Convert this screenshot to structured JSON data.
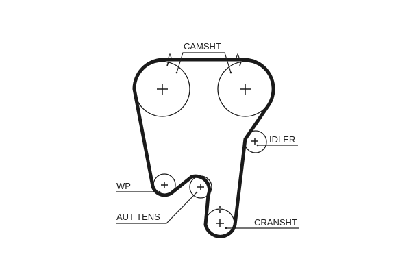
{
  "diagram": {
    "title": "Timing belt routing",
    "colors": {
      "belt": "#1a1a1a",
      "background": "#ffffff",
      "text": "#222222"
    },
    "labels": {
      "camshaft": "CAMSHT",
      "idler": "IDLER",
      "water_pump": "WP",
      "auto_tensioner": "AUT TENS",
      "crankshaft": "CRANSHT"
    },
    "pulleys": [
      {
        "id": "camshaft-left",
        "label_key": "camshaft"
      },
      {
        "id": "camshaft-right",
        "label_key": "camshaft"
      },
      {
        "id": "idler",
        "label_key": "idler"
      },
      {
        "id": "water-pump",
        "label_key": "water_pump"
      },
      {
        "id": "auto-tensioner",
        "label_key": "auto_tensioner"
      },
      {
        "id": "crankshaft",
        "label_key": "crankshaft"
      }
    ]
  }
}
